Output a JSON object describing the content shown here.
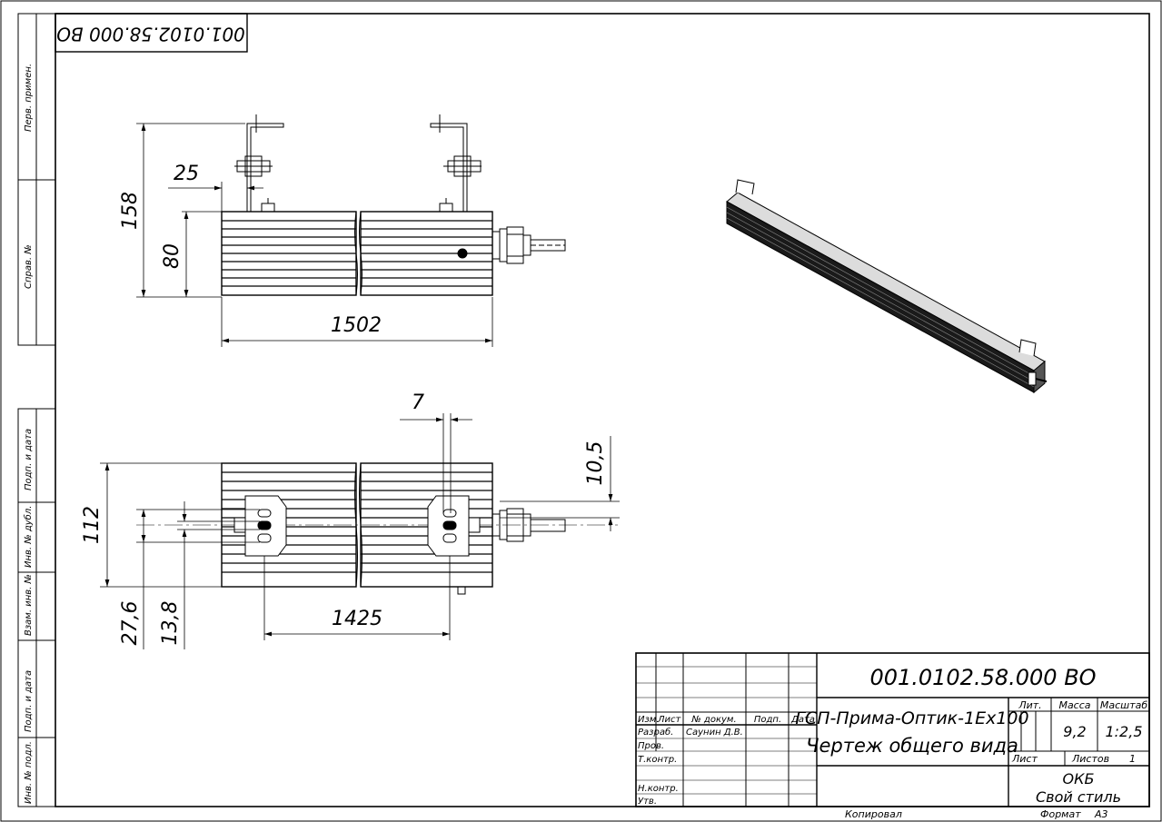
{
  "stamp_code_rotated": "001.0102.58.000 ВО",
  "side_strip": {
    "perv_primen": "Перв. примен.",
    "sprav_no": "Справ. №",
    "podp_i_data_1": "Подп. и дата",
    "inv_no_dubl": "Инв. № дубл.",
    "vzam_inv_no": "Взам. инв. №",
    "podp_i_data_2": "Подп. и дата",
    "inv_no_podl": "Инв. № подл."
  },
  "dimensions": {
    "top_view": {
      "overall_height": "158",
      "bracket_offset": "25",
      "body_height": "80",
      "length": "1502"
    },
    "bottom_view": {
      "slot_width": "7",
      "slot_offset": "10,5",
      "body_width": "112",
      "mount_spacing": "27,6",
      "hole_spacing": "13,8",
      "mount_distance": "1425"
    }
  },
  "title_block": {
    "designation": "001.0102.58.000 ВО",
    "name_line1": "ГСП-Прима-Оптик-1Ex100",
    "name_line2": "Чертеж общего вида",
    "headers": {
      "izm": "Изм.",
      "list": "Лист",
      "n_dokum": "№ докум.",
      "podp": "Подп.",
      "data": "Дата"
    },
    "roles": {
      "razrab": "Разраб.",
      "prov": "Пров.",
      "t_kontr": "Т.контр.",
      "n_kontr": "Н.контр.",
      "utv": "Утв."
    },
    "developer": "Саунин Д.В.",
    "lit_label": "Лит.",
    "massa_label": "Масса",
    "masshtab_label": "Масштаб",
    "massa_value": "9,2",
    "masshtab_value": "1:2,5",
    "list_label": "Лист",
    "listov_label": "Листов",
    "listov_value": "1",
    "org_line1": "ОКБ",
    "org_line2": "Свой стиль"
  },
  "footer": {
    "kopiroval": "Копировал",
    "format_label": "Формат",
    "format_value": "А3"
  }
}
